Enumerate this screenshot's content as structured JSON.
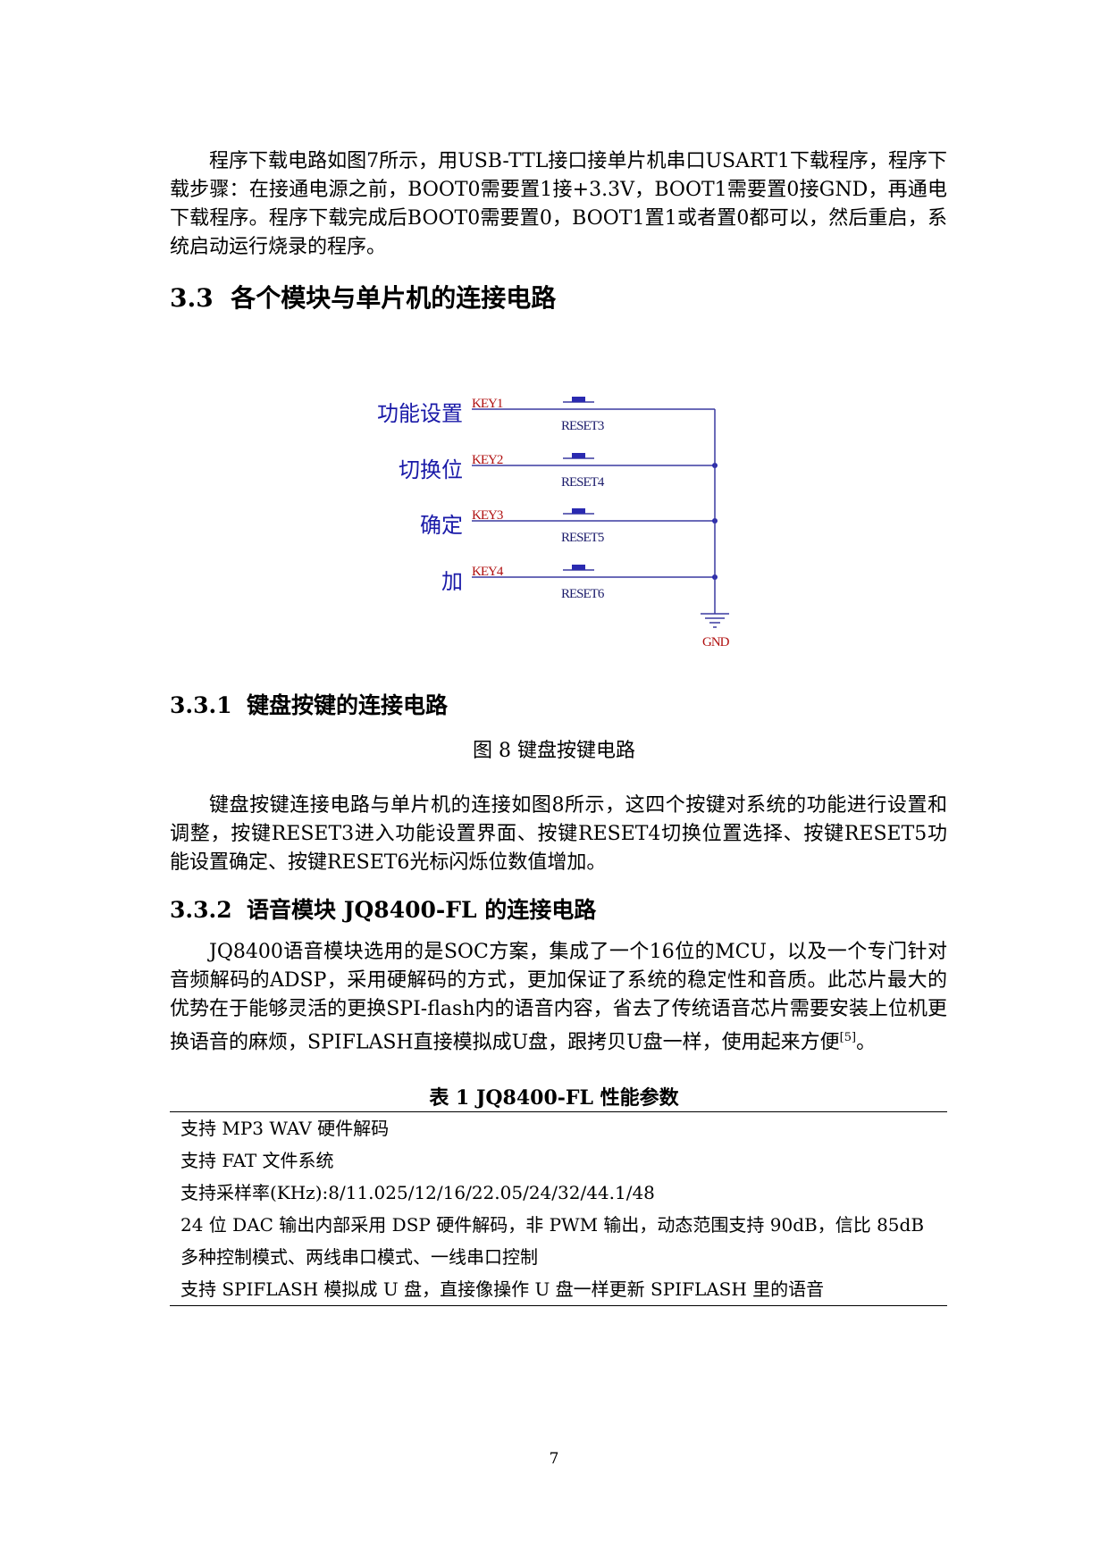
{
  "paragraphs": {
    "download": "程序下载电路如图7所示，用USB-TTL接口接单片机串口USART1下载程序，程序下载步骤：在接通电源之前，BOOT0需要置1接+3.3V，BOOT1需要置0接GND，再通电下载程序。程序下载完成后BOOT0需要置0，BOOT1置1或者置0都可以，然后重启，系统启动运行烧录的程序。",
    "keyboard": "键盘按键连接电路与单片机的连接如图8所示，这四个按键对系统的功能进行设置和调整，按键RESET3进入功能设置界面、按键RESET4切换位置选择、按键RESET5功能设置确定、按键RESET6光标闪烁位数值增加。",
    "jq8400": "JQ8400语音模块选用的是SOC方案，集成了一个16位的MCU，以及一个专门针对音频解码的ADSP，采用硬解码的方式，更加保证了系统的稳定性和音质。此芯片最大的优势在于能够灵活的更换SPI-flash内的语音内容，省去了传统语音芯片需要安装上位机更换语音的麻烦，SPIFLASH直接模拟成U盘，跟拷贝U盘一样，使用起来方便",
    "jq8400_ref": "[5]",
    "jq8400_end": "。"
  },
  "headings": {
    "h33_num": "3.3",
    "h33_title": "各个模块与单片机的连接电路",
    "h331_num": "3.3.1",
    "h331_title": "键盘按键的连接电路",
    "h332_num": "3.3.2",
    "h332_title": "语音模块 JQ8400-FL 的连接电路"
  },
  "figure": {
    "caption": "图 8 键盘按键电路",
    "keys": [
      {
        "label": "功能设置",
        "net": "KEY1",
        "ref": "RESET3"
      },
      {
        "label": "切换位",
        "net": "KEY2",
        "ref": "RESET4"
      },
      {
        "label": "确定",
        "net": "KEY3",
        "ref": "RESET5"
      },
      {
        "label": "加",
        "net": "KEY4",
        "ref": "RESET6"
      }
    ],
    "ground": "GND",
    "colors": {
      "label": "#1a1aa8",
      "net": "#b01010",
      "wire": "#3a3aa0",
      "ref": "#1a1a6a",
      "gnd": "#b01010"
    }
  },
  "table": {
    "caption": "表 1  JQ8400-FL 性能参数",
    "rows": [
      "支持 MP3  WAV 硬件解码",
      "支持 FAT 文件系统",
      "支持采样率(KHz):8/11.025/12/16/22.05/24/32/44.1/48",
      "24 位 DAC 输出内部采用 DSP 硬件解码，非 PWM 输出，动态范围支持  90dB，信比 85dB",
      "多种控制模式、两线串口模式、一线串口控制",
      "支持 SPIFLASH 模拟成 U 盘，直接像操作 U 盘一样更新 SPIFLASH 里的语音"
    ]
  },
  "page_number": "7"
}
